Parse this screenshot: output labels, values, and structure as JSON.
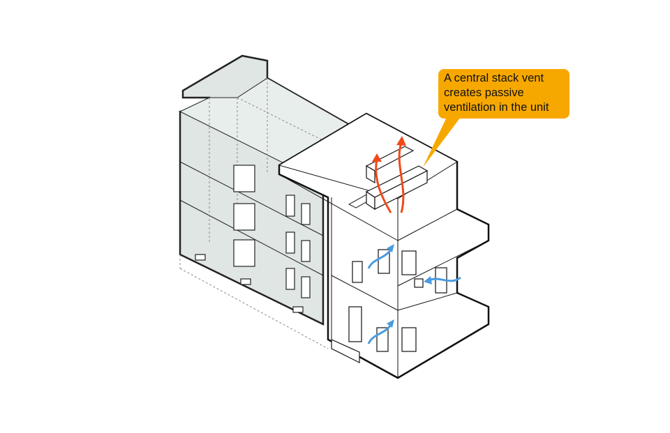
{
  "callout": {
    "lines": [
      "A central stack vent",
      "creates passive",
      "ventilation in the unit"
    ],
    "color": "#f7a800"
  },
  "colors": {
    "neighbor_fill": "#dfe6e4",
    "outline": "#111111",
    "warm_air": "#f04a1a",
    "cool_air": "#4a9be0"
  }
}
